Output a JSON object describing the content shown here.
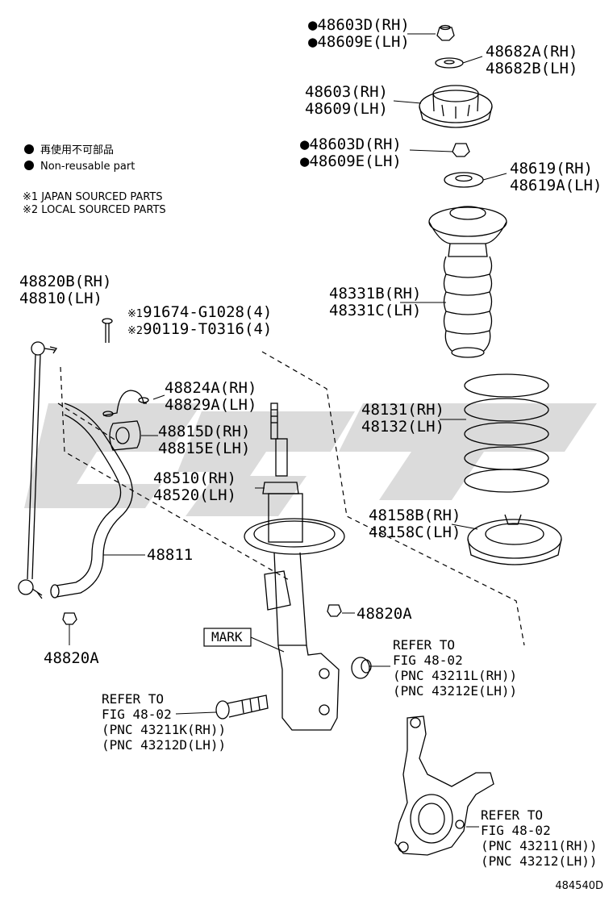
{
  "labels": {
    "nut_top_rh": "48603D(RH)",
    "nut_top_lh": "48609E(LH)",
    "washer_top_rh": "48682A(RH)",
    "washer_top_lh": "48682B(LH)",
    "mount_rh": "48603(RH)",
    "mount_lh": "48609(LH)",
    "nut_mid_rh": "48603D(RH)",
    "nut_mid_lh": "48609E(LH)",
    "bearing_rh": "48619(RH)",
    "bearing_lh": "48619A(LH)",
    "bump_rh": "48331B(RH)",
    "bump_lh": "48331C(LH)",
    "spring_rh": "48131(RH)",
    "spring_lh": "48132(LH)",
    "insulator_rh": "48158B(RH)",
    "insulator_lh": "48158C(LH)",
    "link_rh": "48820B(RH)",
    "link_lh": "48810(LH)",
    "bolt_1": "91674-G1028(4)",
    "bolt_2": "90119-T0316(4)",
    "bracket_rh": "48824A(RH)",
    "bracket_lh": "48829A(LH)",
    "bushing_rh": "48815D(RH)",
    "bushing_lh": "48815E(LH)",
    "strut_rh": "48510(RH)",
    "strut_lh": "48520(LH)",
    "stabilizer_bar": "48811",
    "nut_link_right": "48820A",
    "nut_link_left": "48820A",
    "mark": "MARK",
    "ref_to": "REFER TO",
    "fig": "FIG 48-02",
    "ref_nut_rh": "(PNC 43211L(RH))",
    "ref_nut_lh": "(PNC 43212E(LH))",
    "ref_bolt_rh": "(PNC 43211K(RH))",
    "ref_bolt_lh": "(PNC 43212D(LH))",
    "ref_knuckle_rh": "(PNC 43211(RH))",
    "ref_knuckle_lh": "(PNC 43212(LH))",
    "diagram_code": "484540D"
  },
  "legend": {
    "jp": "再使用不可部品",
    "en": "Non-reusable part",
    "note1": "※1 JAPAN SOURCED PARTS",
    "note2": "※2 LOCAL SOURCED PARTS",
    "mark1": "※1",
    "mark2": "※2"
  },
  "colors": {
    "ink": "#000000",
    "watermark": "#bdbdbd",
    "background": "#ffffff"
  }
}
